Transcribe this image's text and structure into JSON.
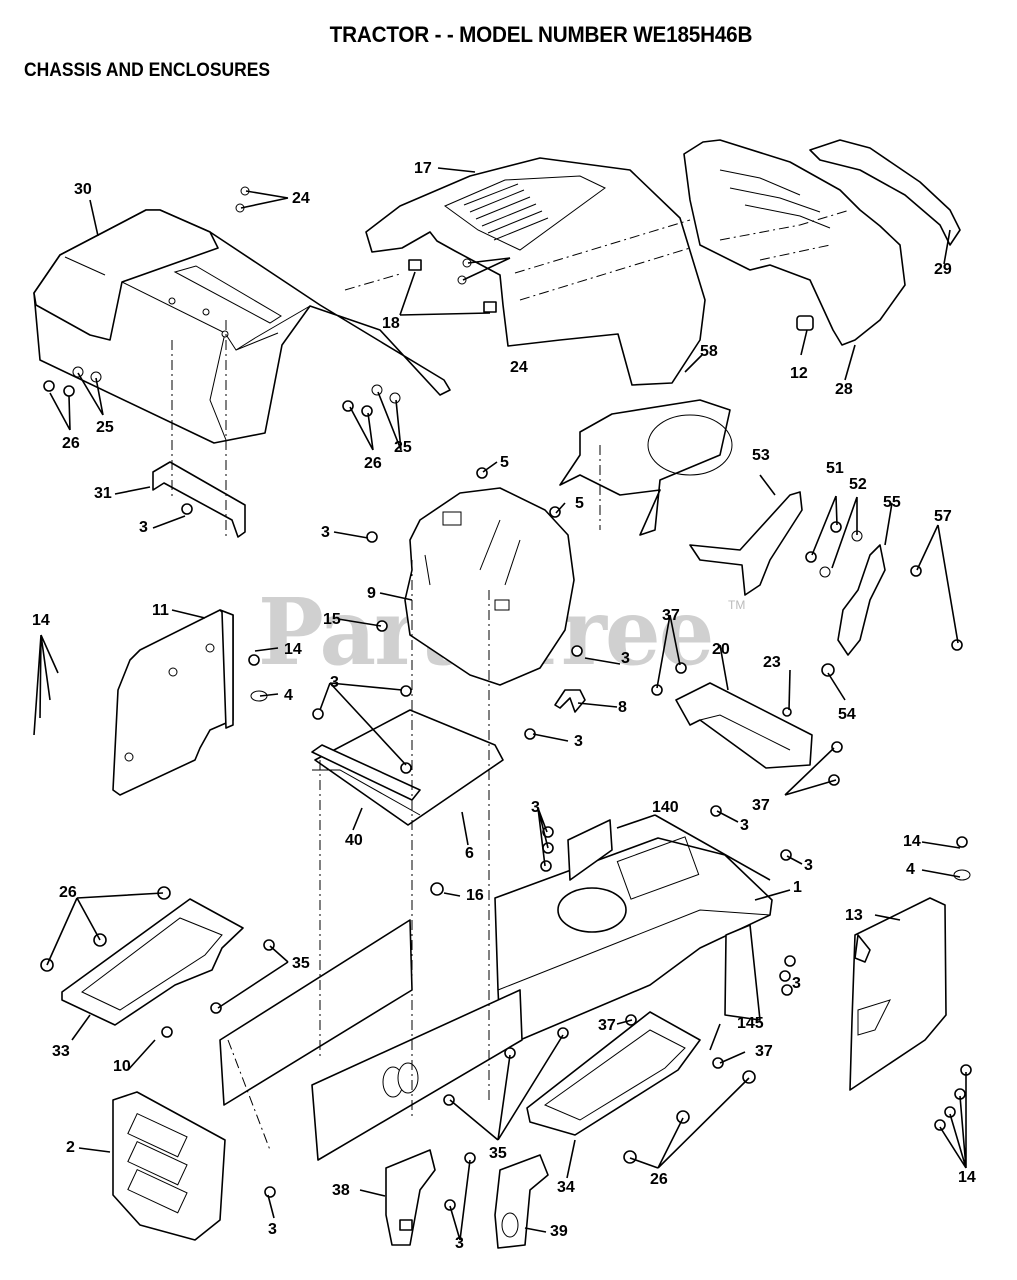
{
  "header": {
    "title": "TRACTOR - - MODEL NUMBER WE185H46B",
    "subtitle": "CHASSIS AND ENCLOSURES"
  },
  "watermark": {
    "text": "PartsTree",
    "trademark": "TM"
  },
  "callouts": [
    {
      "id": "c30",
      "ref": "30",
      "part": "rear-fender"
    },
    {
      "id": "c24a",
      "ref": "24",
      "part": "bolt"
    },
    {
      "id": "c17",
      "ref": "17",
      "part": "hood"
    },
    {
      "id": "c18",
      "ref": "18",
      "part": "hood-bumper"
    },
    {
      "id": "c24b",
      "ref": "24",
      "part": "bolt"
    },
    {
      "id": "c29",
      "ref": "29",
      "part": "grille-insert"
    },
    {
      "id": "c12",
      "ref": "12",
      "part": "headlight"
    },
    {
      "id": "c28",
      "ref": "28",
      "part": "grille"
    },
    {
      "id": "c26a",
      "ref": "26",
      "part": "nut"
    },
    {
      "id": "c25a",
      "ref": "25",
      "part": "washer"
    },
    {
      "id": "c26b",
      "ref": "26",
      "part": "nut"
    },
    {
      "id": "c25b",
      "ref": "25",
      "part": "washer"
    },
    {
      "id": "c58",
      "ref": "58",
      "part": "shield"
    },
    {
      "id": "c5a",
      "ref": "5",
      "part": "grommet"
    },
    {
      "id": "c5b",
      "ref": "5",
      "part": "grommet"
    },
    {
      "id": "c31",
      "ref": "31",
      "part": "fender-bracket"
    },
    {
      "id": "c3a",
      "ref": "3",
      "part": "screw"
    },
    {
      "id": "c3b",
      "ref": "3",
      "part": "screw"
    },
    {
      "id": "c53",
      "ref": "53",
      "part": "bracket"
    },
    {
      "id": "c51",
      "ref": "51",
      "part": "nut"
    },
    {
      "id": "c52",
      "ref": "52",
      "part": "washer"
    },
    {
      "id": "c55",
      "ref": "55",
      "part": "bracket"
    },
    {
      "id": "c57",
      "ref": "57",
      "part": "bolt"
    },
    {
      "id": "c9",
      "ref": "9",
      "part": "dash-panel"
    },
    {
      "id": "c11",
      "ref": "11",
      "part": "side-panel-left"
    },
    {
      "id": "c14a",
      "ref": "14",
      "part": "screw"
    },
    {
      "id": "c15",
      "ref": "15",
      "part": "screw"
    },
    {
      "id": "c14b",
      "ref": "14",
      "part": "screw"
    },
    {
      "id": "c4a",
      "ref": "4",
      "part": "washer"
    },
    {
      "id": "c3c",
      "ref": "3",
      "part": "screw"
    },
    {
      "id": "c37a",
      "ref": "37",
      "part": "screw"
    },
    {
      "id": "c20",
      "ref": "20",
      "part": "battery-tray"
    },
    {
      "id": "c23",
      "ref": "23",
      "part": "nut"
    },
    {
      "id": "c54",
      "ref": "54",
      "part": "bolt"
    },
    {
      "id": "c3d",
      "ref": "3",
      "part": "screw"
    },
    {
      "id": "c8",
      "ref": "8",
      "part": "clamp"
    },
    {
      "id": "c3e",
      "ref": "3",
      "part": "screw"
    },
    {
      "id": "c37b",
      "ref": "37",
      "part": "screw"
    },
    {
      "id": "c40",
      "ref": "40",
      "part": "seal"
    },
    {
      "id": "c6",
      "ref": "6",
      "part": "plate"
    },
    {
      "id": "c3f",
      "ref": "3",
      "part": "screw"
    },
    {
      "id": "c140",
      "ref": "140",
      "part": "bracket"
    },
    {
      "id": "c3g",
      "ref": "3",
      "part": "screw"
    },
    {
      "id": "c3h",
      "ref": "3",
      "part": "screw"
    },
    {
      "id": "c1",
      "ref": "1",
      "part": "frame"
    },
    {
      "id": "c14c",
      "ref": "14",
      "part": "screw"
    },
    {
      "id": "c4b",
      "ref": "4",
      "part": "washer"
    },
    {
      "id": "c13",
      "ref": "13",
      "part": "side-panel-right"
    },
    {
      "id": "c16",
      "ref": "16",
      "part": "nut"
    },
    {
      "id": "c26c",
      "ref": "26",
      "part": "nut"
    },
    {
      "id": "c35a",
      "ref": "35",
      "part": "bolt"
    },
    {
      "id": "c3i",
      "ref": "3",
      "part": "screw"
    },
    {
      "id": "c33",
      "ref": "33",
      "part": "footrest-left"
    },
    {
      "id": "c10",
      "ref": "10",
      "part": "bolt"
    },
    {
      "id": "c37c",
      "ref": "37",
      "part": "screw"
    },
    {
      "id": "c145",
      "ref": "145",
      "part": "rod"
    },
    {
      "id": "c37d",
      "ref": "37",
      "part": "screw"
    },
    {
      "id": "c2",
      "ref": "2",
      "part": "front-bracket"
    },
    {
      "id": "c3j",
      "ref": "3",
      "part": "screw"
    },
    {
      "id": "c35b",
      "ref": "35",
      "part": "bolt"
    },
    {
      "id": "c34",
      "ref": "34",
      "part": "footrest-right"
    },
    {
      "id": "c38",
      "ref": "38",
      "part": "bracket-left"
    },
    {
      "id": "c3k",
      "ref": "3",
      "part": "screw"
    },
    {
      "id": "c39",
      "ref": "39",
      "part": "bracket-right"
    },
    {
      "id": "c26d",
      "ref": "26",
      "part": "nut"
    },
    {
      "id": "c14d",
      "ref": "14",
      "part": "screw"
    }
  ]
}
